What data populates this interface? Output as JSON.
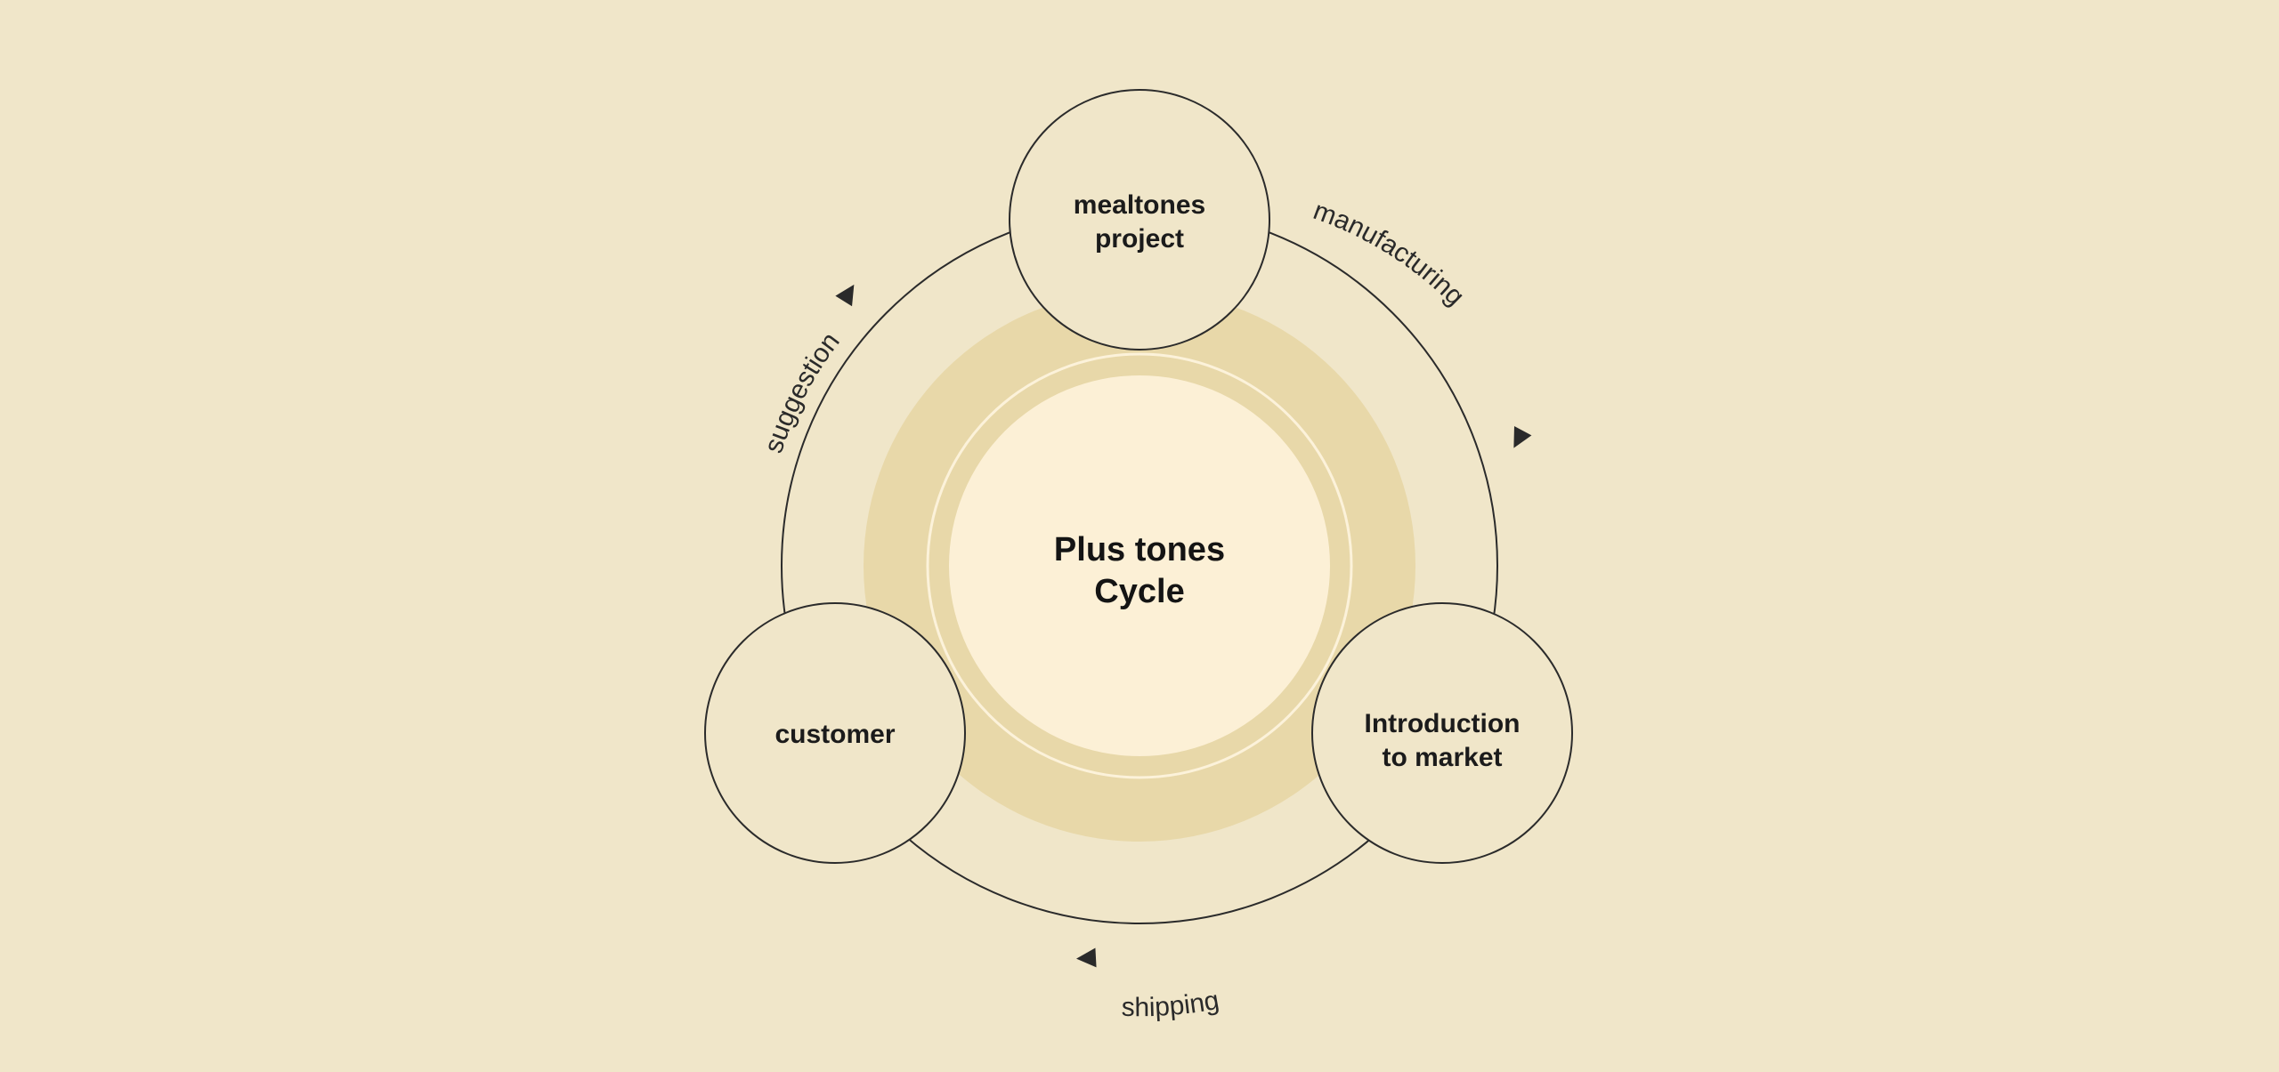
{
  "colors": {
    "background": "#f0e6c9",
    "outer_ring": "#e8d8a9",
    "center_fill": "#fcf0d6",
    "node_fill": "#f0e6c9",
    "stroke": "#2b2b2b",
    "text": "#1b1b1b"
  },
  "center": {
    "line1": "Plus tones",
    "line2": "Cycle"
  },
  "nodes": {
    "top": {
      "line1": "mealtones",
      "line2": "project"
    },
    "right": {
      "line1": "Introduction",
      "line2": "to market"
    },
    "left": {
      "line1": "customer"
    }
  },
  "flows": {
    "manufacturing": {
      "label": "manufacturing",
      "arrow_icon": "triangle-right-icon"
    },
    "shipping": {
      "label": "shipping",
      "arrow_icon": "triangle-left-icon"
    },
    "suggestion": {
      "label": "suggestion",
      "arrow_icon": "triangle-right-icon"
    }
  }
}
